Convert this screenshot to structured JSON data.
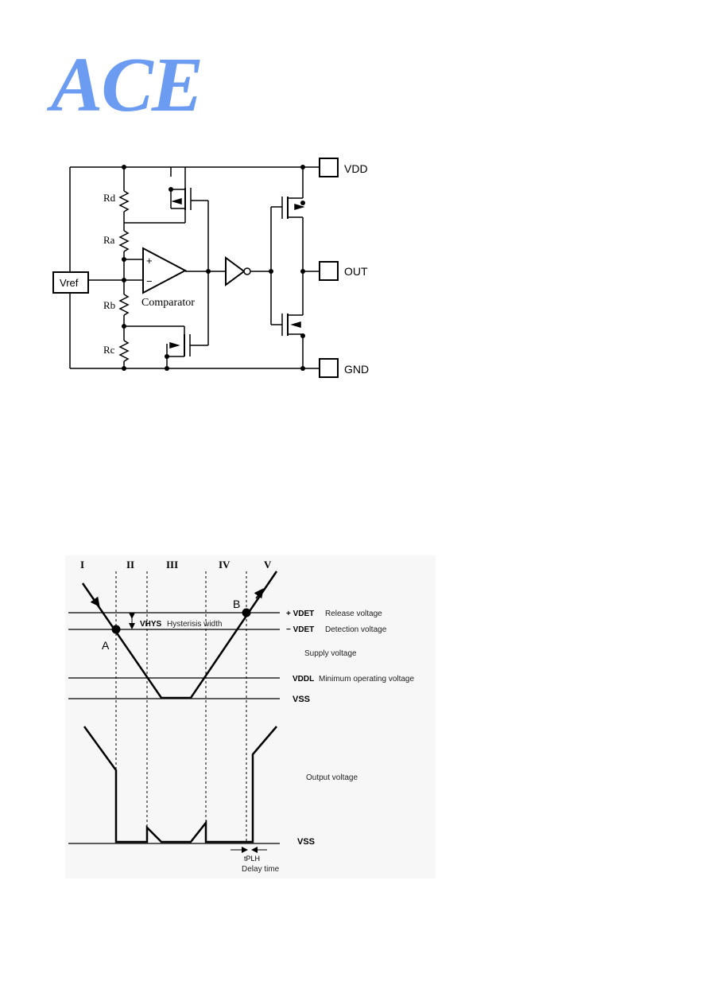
{
  "logo": {
    "text": "ACE",
    "color": "#6c9cf2"
  },
  "block_diagram": {
    "pins": {
      "vdd": "VDD",
      "out": "OUT",
      "gnd": "GND"
    },
    "vref_label": "Vref",
    "resistors": {
      "rd": "Rd",
      "ra": "Ra",
      "rb": "Rb",
      "rc": "Rc"
    },
    "comparator_label": "Comparator",
    "comparator_plus": "+",
    "comparator_minus": "−"
  },
  "timing_diagram": {
    "regions": [
      "I",
      "II",
      "III",
      "IV",
      "V"
    ],
    "points": {
      "a": "A",
      "b": "B"
    },
    "vhys_label": "VHYS",
    "vhys_desc": "Hysterisis width",
    "plus_vdet_label": "+ VDET",
    "plus_vdet_desc": "Release voltage",
    "minus_vdet_label": "− VDET",
    "minus_vdet_desc": "Detection voltage",
    "supply_voltage_label": "Supply voltage",
    "vddl_label": "VDDL",
    "vddl_desc": "Minimum operating voltage",
    "vss_label_top": "VSS",
    "output_voltage_label": "Output voltage",
    "vss_label_bottom": "VSS",
    "tplh_label": "tPLH",
    "delay_time_label": "Delay time"
  }
}
